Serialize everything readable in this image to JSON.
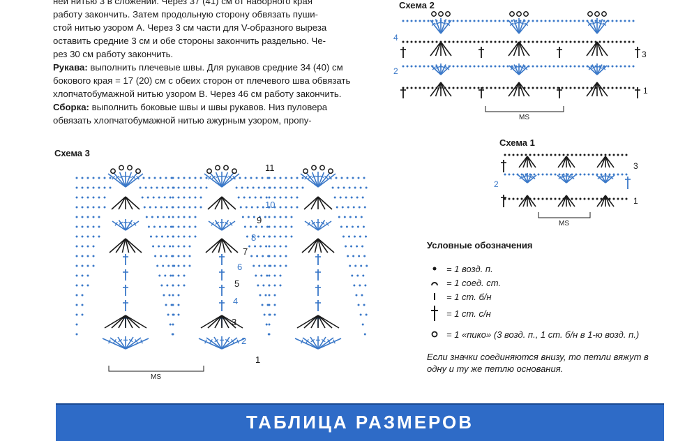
{
  "text": {
    "line0": "ней нитью 3 в сложении. Через 37 (41) см от наборного края",
    "line1": "работу закончить. Затем продольную сторону обвязать пуши-",
    "line2": "стой нитью узором А. Через 3 см части для V-образного выреза",
    "line3": "оставить средние 3 см и обе стороны закончить раздельно. Че-",
    "line4": "рез 30 см работу закончить.",
    "sleeves_label": "Рукава:",
    "sleeves_1": " выполнить плечевые швы. Для рукавов средние 34 (40) см",
    "sleeves_2": "бокового края = 17 (20) см с обеих сторон от плечевого шва обвязать",
    "sleeves_3": "хлопчатобумажной нитью узором В. Через 46 см работу закончить.",
    "assembly_label": "Сборка:",
    "assembly_1": " выполнить боковые швы и швы рукавов. Низ пуловера",
    "assembly_2": "обвязать хлопчатобумажной нитью ажурным узором, пропу-"
  },
  "schemes": {
    "scheme2": "Схема 2",
    "scheme1": "Схема 1",
    "scheme3": "Схема 3",
    "ms": "MS",
    "scheme2_rows": [
      "4",
      "3",
      "2",
      "1"
    ],
    "scheme1_rows": [
      "3",
      "2",
      "1"
    ],
    "scheme3_rows": [
      "11",
      "10",
      "9",
      "8",
      "7",
      "6",
      "5",
      "4",
      "3",
      "2",
      "1"
    ]
  },
  "legend": {
    "title": "Условные обозначения",
    "items": [
      {
        "icon": "dot-icon",
        "text": "= 1 возд. п."
      },
      {
        "icon": "arc-icon",
        "text": "= 1 соед. ст."
      },
      {
        "icon": "dash-icon",
        "text": "= 1 ст. б/н"
      },
      {
        "icon": "cross-icon",
        "text": "= 1 ст. с/н"
      },
      {
        "icon": "ring-icon",
        "text": "= 1 «пико» (3 возд. п., 1 ст. б/н в 1-ю возд. п.)"
      }
    ],
    "note": "Если значки соединяются внизу, то петли вяжут в одну и ту же петлю основания."
  },
  "banner": {
    "title": "ТАБЛИЦА РАЗМЕРОВ"
  },
  "colors": {
    "ink": "#1a1a1a",
    "blue": "#3a78c8",
    "banner": "#2e6bc7"
  }
}
